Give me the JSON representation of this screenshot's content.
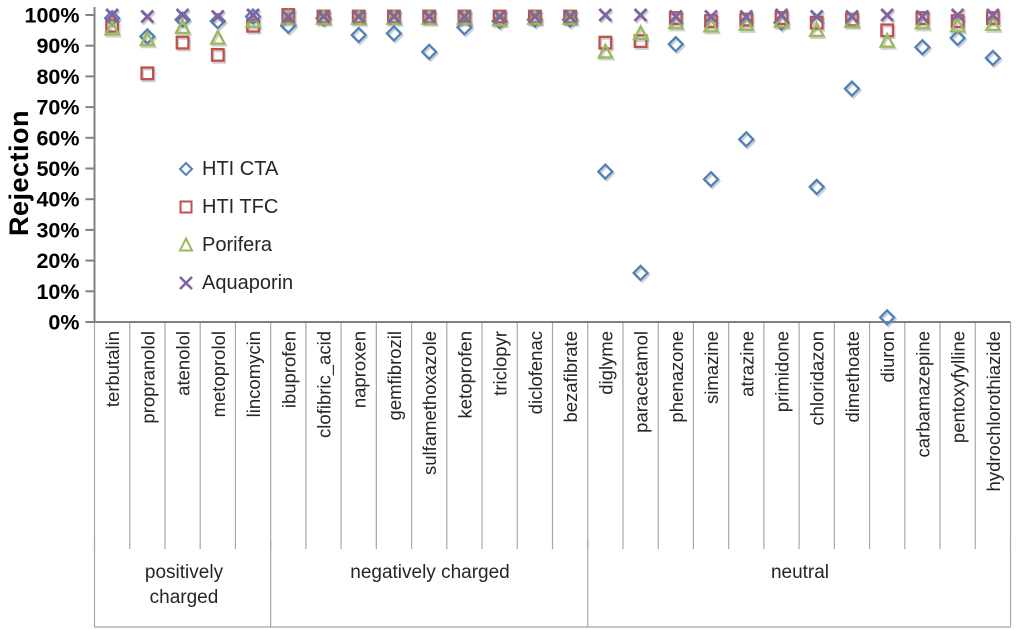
{
  "chart_data": {
    "type": "scatter",
    "title": "",
    "ylabel": "Rejection",
    "ylim": [
      0,
      100
    ],
    "ytick_labels": [
      "0%",
      "10%",
      "20%",
      "30%",
      "40%",
      "50%",
      "60%",
      "70%",
      "80%",
      "90%",
      "100%"
    ],
    "grid": false,
    "legend_position": "inside-left",
    "categories": [
      "terbutalin",
      "propranolol",
      "atenolol",
      "metoprolol",
      "lincomycin",
      "ibuprofen",
      "clofibric_acid",
      "naproxen",
      "gemfibrozil",
      "sulfamethoxazole",
      "ketoprofen",
      "triclopyr",
      "diclofenac",
      "bezafibrate",
      "diglyme",
      "paracetamol",
      "phenazone",
      "simazine",
      "atrazine",
      "primidone",
      "chloridazon",
      "dimethoate",
      "diuron",
      "carbamazepine",
      "pentoxyfylline",
      "hydrochlorothiazide"
    ],
    "groups": [
      {
        "label": "positively charged",
        "count": 5
      },
      {
        "label": "negatively charged",
        "count": 9
      },
      {
        "label": "neutral",
        "count": 12
      }
    ],
    "series": [
      {
        "name": "HTI CTA",
        "marker": "diamond",
        "color": "#4F81BD",
        "values": [
          99,
          93,
          98.5,
          98,
          99.5,
          96.5,
          99,
          93.5,
          94,
          88,
          96,
          98,
          98.5,
          98.5,
          49,
          16,
          90.5,
          46.5,
          59.5,
          97.5,
          44,
          76,
          1.5,
          89.5,
          92.5,
          86
        ]
      },
      {
        "name": "HTI TFC",
        "marker": "square",
        "color": "#C0504D",
        "values": [
          96.5,
          81,
          91,
          87,
          96.5,
          100,
          99.5,
          99.5,
          99.5,
          99.5,
          99.5,
          99.5,
          99.5,
          99.5,
          91,
          91.5,
          99,
          98,
          98.5,
          99,
          97.5,
          98.5,
          95,
          99,
          98,
          99
        ]
      },
      {
        "name": "Porifera",
        "marker": "triangle",
        "color": "#9BBB59",
        "values": [
          95.5,
          92,
          96,
          92.5,
          98,
          99,
          99,
          99,
          99,
          99,
          99,
          98.5,
          99,
          99,
          88,
          94,
          97.5,
          96.5,
          97,
          98,
          95,
          98,
          91.5,
          97.5,
          96.5,
          97
        ]
      },
      {
        "name": "Aquaporin",
        "marker": "x",
        "color": "#8064A2",
        "values": [
          100,
          99.5,
          100,
          99.5,
          100,
          99.5,
          99.5,
          99.5,
          99.5,
          99.5,
          99.5,
          99.5,
          99.5,
          99.5,
          100,
          100,
          99.5,
          99.5,
          99.5,
          100,
          99.5,
          99.5,
          100,
          99.5,
          100,
          100
        ]
      }
    ],
    "axis_color": "#808080",
    "cell_line_color": "#A8A8A8",
    "tick_label_color": "#000000"
  }
}
